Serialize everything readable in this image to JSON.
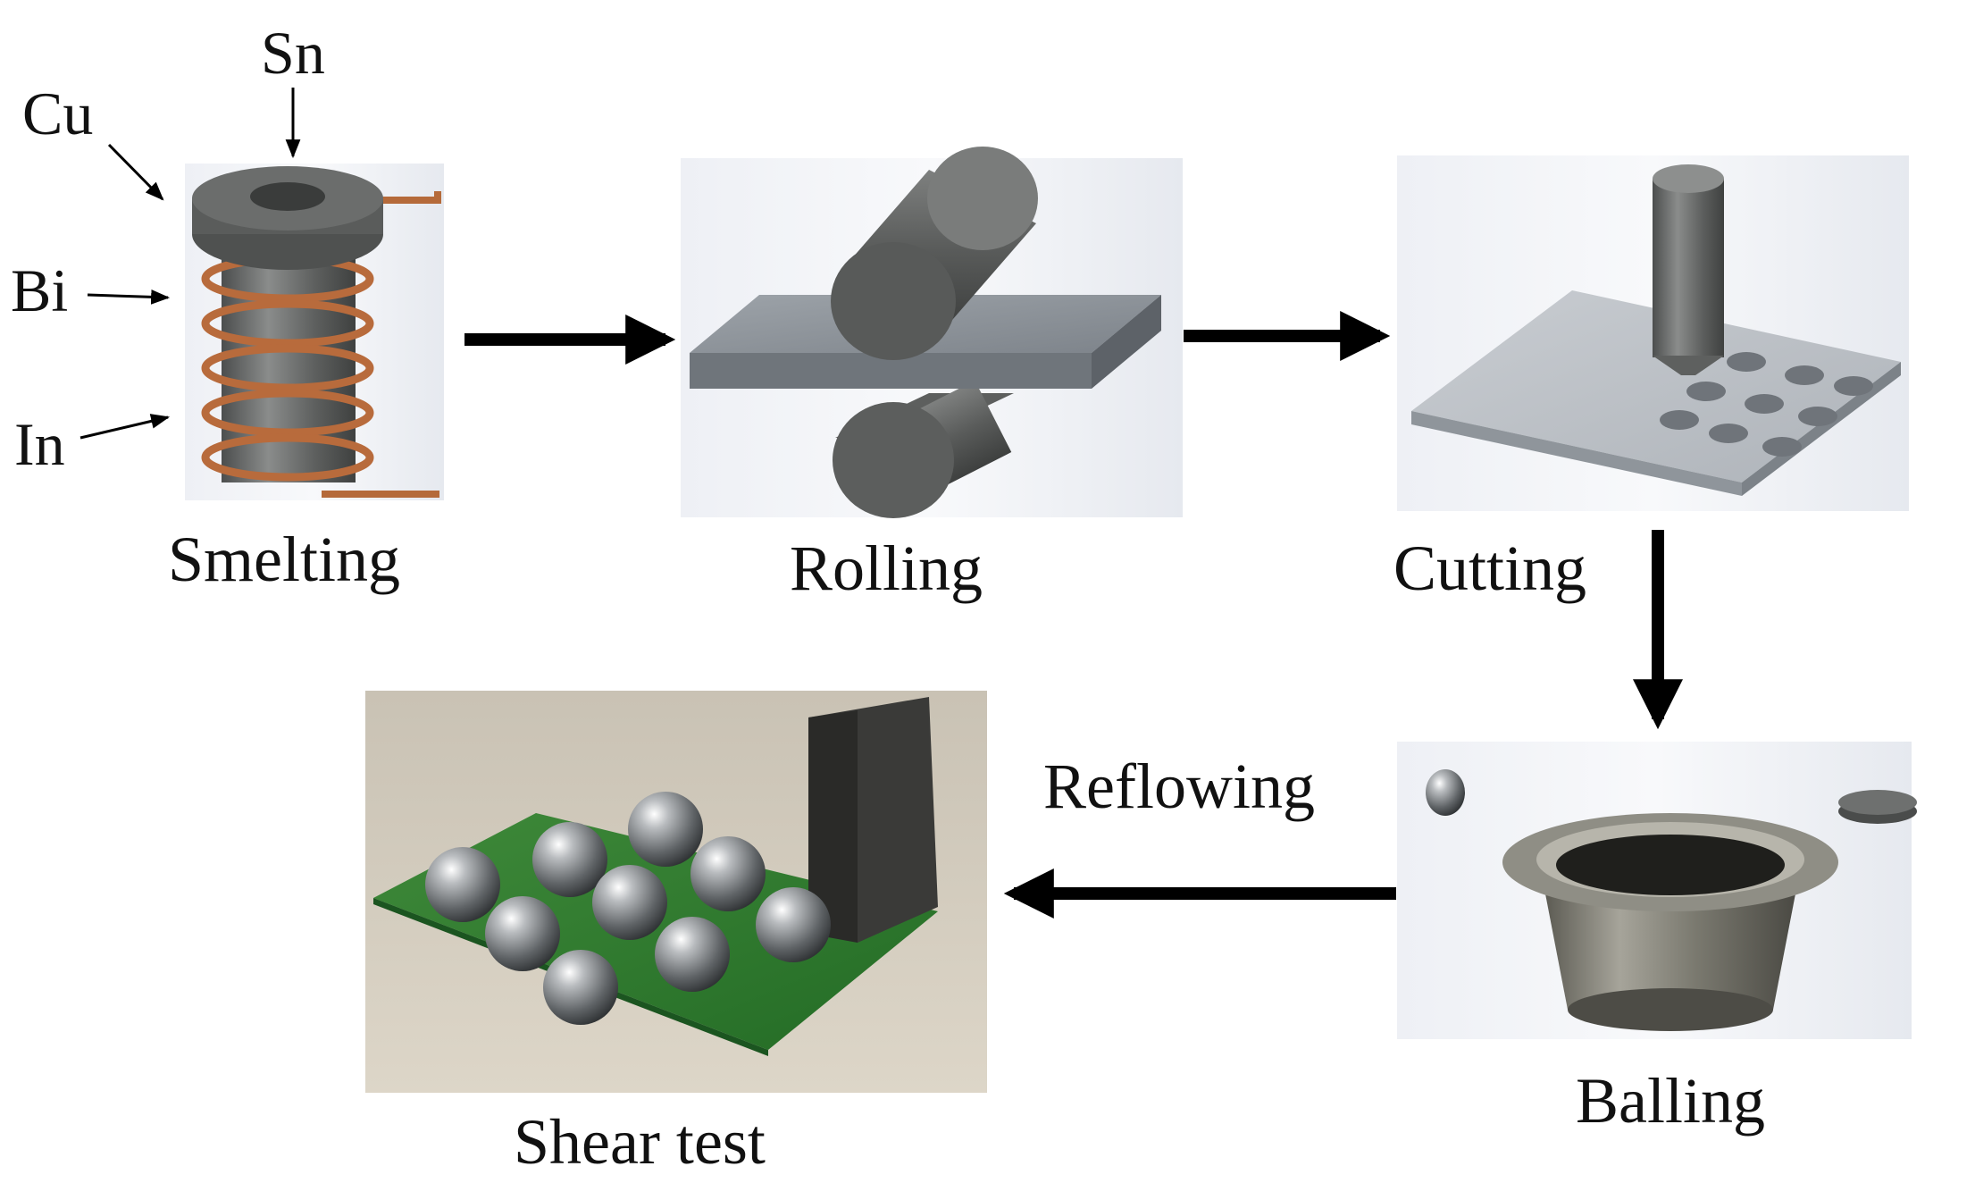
{
  "diagram": {
    "steps": {
      "smelting": "Smelting",
      "rolling": "Rolling",
      "cutting": "Cutting",
      "balling": "Balling",
      "shear_test": "Shear test"
    },
    "edge_label_reflowing": "Reflowing",
    "elements": {
      "cu": "Cu",
      "sn": "Sn",
      "bi": "Bi",
      "in": "In"
    }
  }
}
